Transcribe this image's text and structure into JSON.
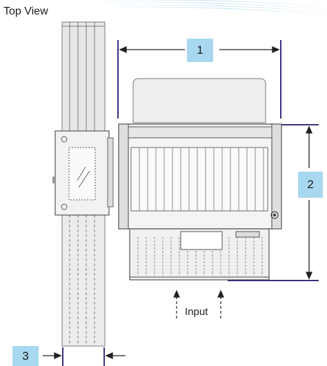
{
  "title": "Top View",
  "callouts": {
    "dim1": "1",
    "dim2": "2",
    "dim3": "3"
  },
  "input_label": "Input",
  "colors": {
    "dimension_line": "#3a2f7a",
    "callout_bg": "#a8d8ef",
    "machine_fill": "#eeeeee",
    "machine_stroke": "#555555"
  },
  "icons": [
    "arrow-left-icon",
    "arrow-right-icon",
    "arrow-up-icon",
    "arrow-down-icon"
  ]
}
